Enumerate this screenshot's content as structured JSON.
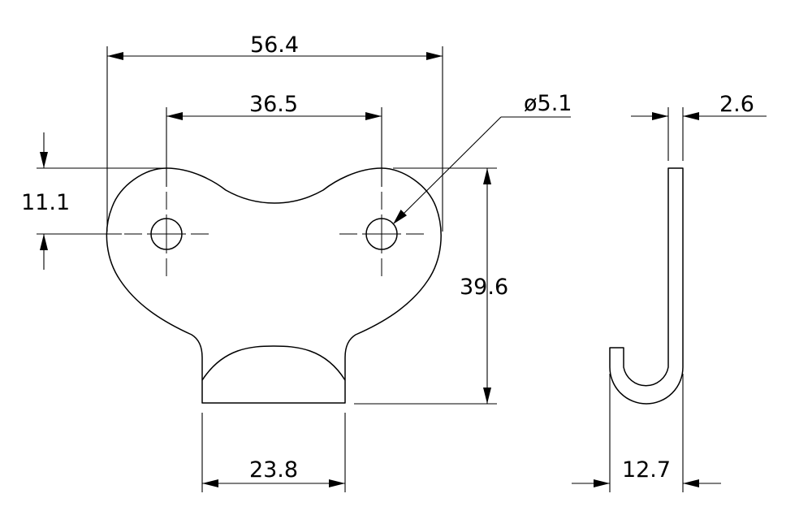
{
  "dimensions": {
    "overall_width": "56.4",
    "hole_spacing": "36.5",
    "hole_diameter": "ø5.1",
    "thickness": "2.6",
    "hole_offset": "11.1",
    "height": "39.6",
    "tab_width": "23.8",
    "hook_depth": "12.7"
  },
  "colors": {
    "line": "#000000",
    "background": "#ffffff"
  }
}
